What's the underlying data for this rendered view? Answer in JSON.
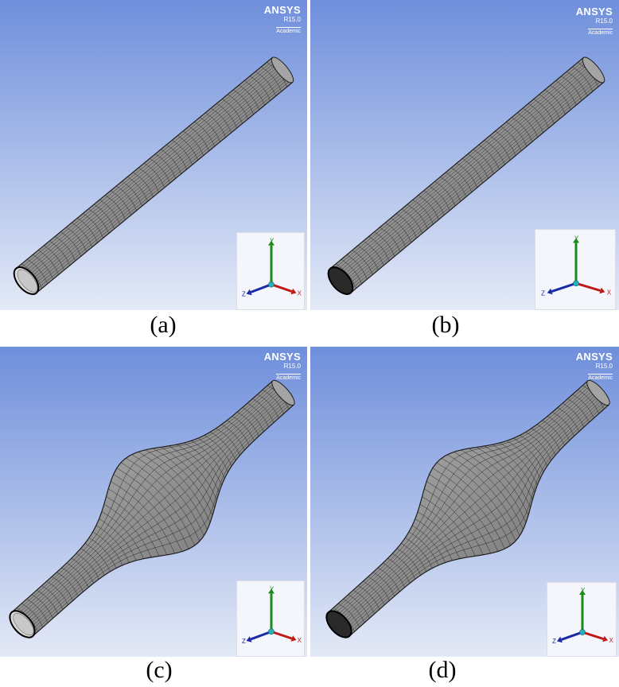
{
  "panels": [
    {
      "id": "a",
      "caption": "(a)",
      "brand": "ANSYS",
      "version": "R15.0",
      "edition": "Academic",
      "shape": "straight",
      "open_end": true
    },
    {
      "id": "b",
      "caption": "(b)",
      "brand": "ANSYS",
      "version": "R15.0",
      "edition": "Academic",
      "shape": "straight",
      "open_end": false
    },
    {
      "id": "c",
      "caption": "(c)",
      "brand": "ANSYS",
      "version": "R15.0",
      "edition": "Academic",
      "shape": "aneurysm",
      "open_end": true
    },
    {
      "id": "d",
      "caption": "(d)",
      "brand": "ANSYS",
      "version": "R15.0",
      "edition": "Academic",
      "shape": "aneurysm",
      "open_end": false
    }
  ],
  "axes": {
    "y": "Y",
    "x": "X",
    "z": "Z"
  },
  "colors": {
    "bg_top": "#6f8fdc",
    "bg_bottom": "#e3e9f6",
    "mesh_fill": "#9a9a9a",
    "mesh_line": "#1e1e1e",
    "axis_y": "#1a8a1a",
    "axis_x": "#c01818",
    "axis_z": "#1a2aa8"
  }
}
